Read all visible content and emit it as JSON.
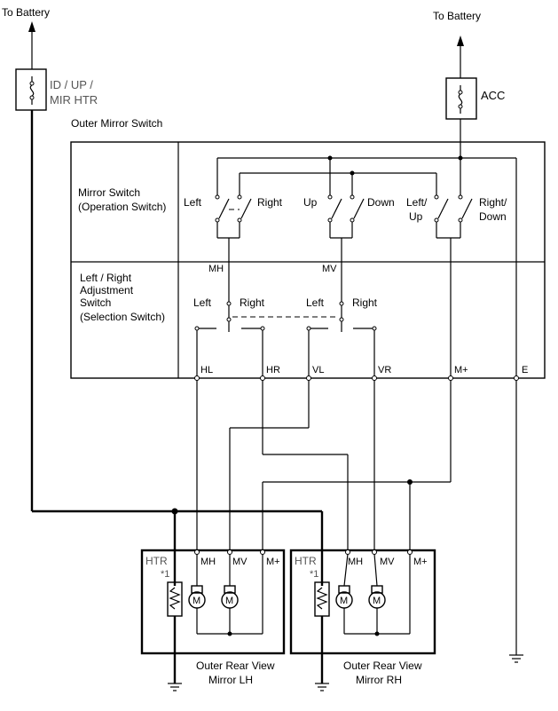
{
  "battery_left": "To Battery",
  "battery_right": "To Battery",
  "fuse_left": [
    "ID / UP /",
    "MIR HTR"
  ],
  "fuse_right": "ACC",
  "switch_title": "Outer Mirror Switch",
  "mirror_switch": [
    "Mirror Switch",
    "(Operation Switch)"
  ],
  "adjust_switch": [
    "Left / Right",
    "Adjustment",
    "Switch",
    "(Selection Switch)"
  ],
  "sw_left": "Left",
  "sw_right": "Right",
  "sw_up": "Up",
  "sw_down": "Down",
  "sw_leftup": [
    "Left/",
    "Up"
  ],
  "sw_rightdown": [
    "Right/",
    "Down"
  ],
  "sel_mh": "MH",
  "sel_mv": "MV",
  "sel1_left": "Left",
  "sel1_right": "Right",
  "sel2_left": "Left",
  "sel2_right": "Right",
  "terminals": [
    "HL",
    "HR",
    "VL",
    "VR",
    "M+",
    "E"
  ],
  "mirror_lh": {
    "htr": "HTR",
    "note": "*1",
    "labels": [
      "MH",
      "MV",
      "M+"
    ],
    "motor": "M",
    "caption": [
      "Outer Rear View",
      "Mirror LH"
    ]
  },
  "mirror_rh": {
    "htr": "HTR",
    "note": "*1",
    "labels": [
      "MH",
      "MV",
      "M+"
    ],
    "motor": "M",
    "caption": [
      "Outer Rear View",
      "Mirror RH"
    ]
  }
}
